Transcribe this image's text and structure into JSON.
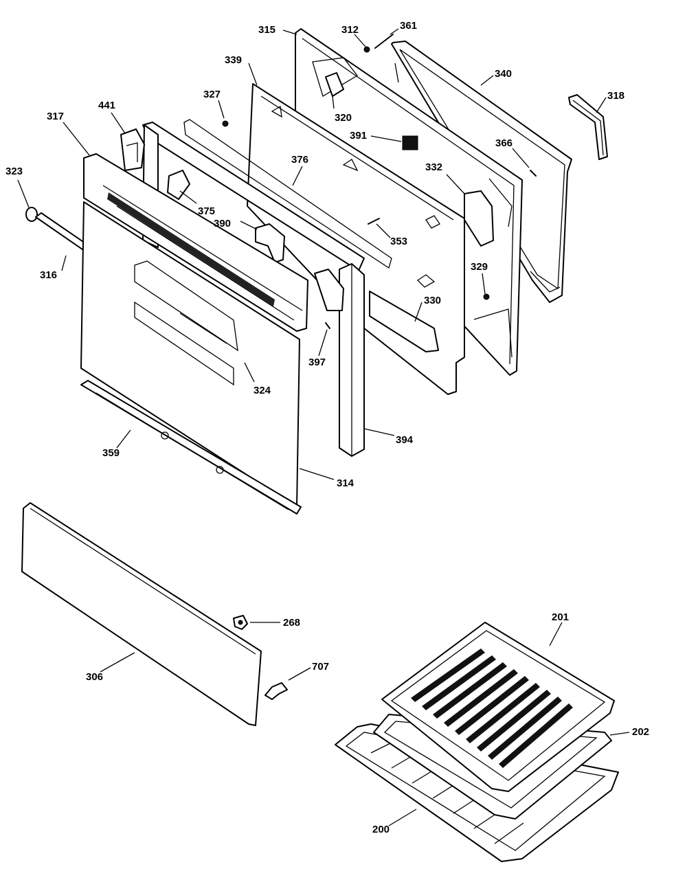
{
  "diagram": {
    "parts": [
      {
        "id": "315",
        "label": "315"
      },
      {
        "id": "312",
        "label": "312"
      },
      {
        "id": "361",
        "label": "361"
      },
      {
        "id": "339",
        "label": "339"
      },
      {
        "id": "340",
        "label": "340"
      },
      {
        "id": "318",
        "label": "318"
      },
      {
        "id": "327",
        "label": "327"
      },
      {
        "id": "320",
        "label": "320"
      },
      {
        "id": "391",
        "label": "391"
      },
      {
        "id": "366",
        "label": "366"
      },
      {
        "id": "441",
        "label": "441"
      },
      {
        "id": "317",
        "label": "317"
      },
      {
        "id": "376",
        "label": "376"
      },
      {
        "id": "332",
        "label": "332"
      },
      {
        "id": "323",
        "label": "323"
      },
      {
        "id": "375",
        "label": "375"
      },
      {
        "id": "390",
        "label": "390"
      },
      {
        "id": "353",
        "label": "353"
      },
      {
        "id": "316",
        "label": "316"
      },
      {
        "id": "329",
        "label": "329"
      },
      {
        "id": "330",
        "label": "330"
      },
      {
        "id": "397",
        "label": "397"
      },
      {
        "id": "324",
        "label": "324"
      },
      {
        "id": "394",
        "label": "394"
      },
      {
        "id": "359",
        "label": "359"
      },
      {
        "id": "314",
        "label": "314"
      },
      {
        "id": "268",
        "label": "268"
      },
      {
        "id": "201",
        "label": "201"
      },
      {
        "id": "306",
        "label": "306"
      },
      {
        "id": "707",
        "label": "707"
      },
      {
        "id": "202",
        "label": "202"
      },
      {
        "id": "200",
        "label": "200"
      }
    ]
  }
}
